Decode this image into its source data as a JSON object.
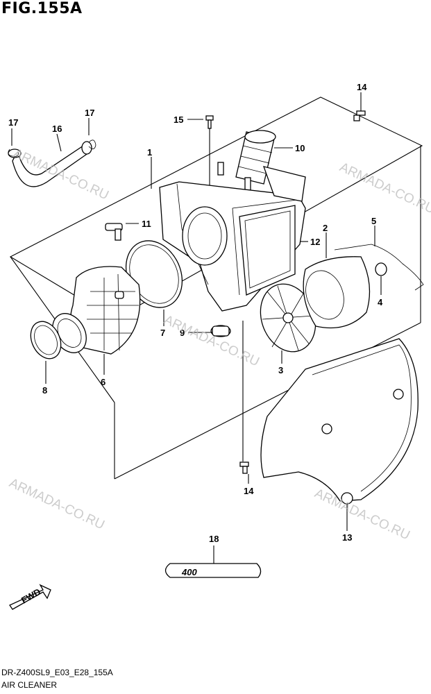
{
  "figure": {
    "title": "FIG.155A",
    "code": "DR-Z400SL9_E03_E28_155A",
    "name": "AIR CLEANER"
  },
  "watermark": "ARMADA-CO.RU",
  "callouts": [
    "1",
    "2",
    "3",
    "4",
    "5",
    "6",
    "7",
    "8",
    "9",
    "10",
    "11",
    "12",
    "13",
    "14",
    "15",
    "16",
    "17"
  ],
  "decal_text": "400",
  "fwd_label": "FWD"
}
